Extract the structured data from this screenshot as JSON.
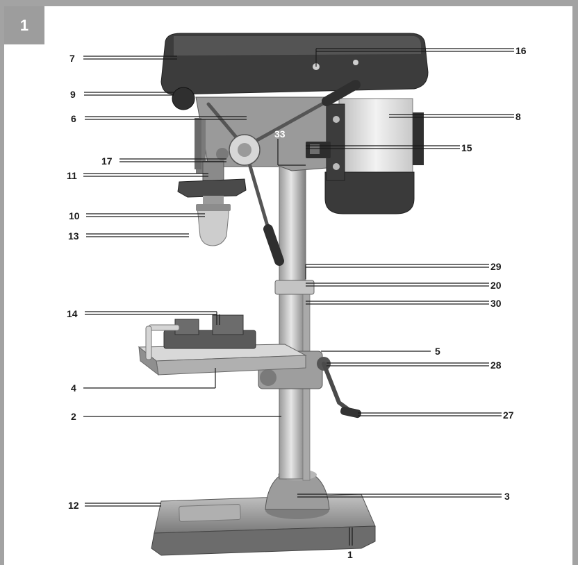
{
  "figure_number": "1",
  "colors": {
    "frame": "#a3a3a3",
    "badge": "#9d9d9d",
    "ink": "#1a1a1a",
    "machine_dark": "#3a3a3a",
    "machine_mid": "#8a8a8a",
    "machine_light": "#cfcfcf"
  },
  "callouts": [
    {
      "id": "7",
      "label": "7"
    },
    {
      "id": "16",
      "label": "16"
    },
    {
      "id": "9",
      "label": "9"
    },
    {
      "id": "6",
      "label": "6"
    },
    {
      "id": "8",
      "label": "8"
    },
    {
      "id": "33",
      "label": "33"
    },
    {
      "id": "15",
      "label": "15"
    },
    {
      "id": "17",
      "label": "17"
    },
    {
      "id": "11",
      "label": "11"
    },
    {
      "id": "10",
      "label": "10"
    },
    {
      "id": "13",
      "label": "13"
    },
    {
      "id": "29",
      "label": "29"
    },
    {
      "id": "20",
      "label": "20"
    },
    {
      "id": "30",
      "label": "30"
    },
    {
      "id": "14",
      "label": "14"
    },
    {
      "id": "5",
      "label": "5"
    },
    {
      "id": "28",
      "label": "28"
    },
    {
      "id": "4",
      "label": "4"
    },
    {
      "id": "2",
      "label": "2"
    },
    {
      "id": "27",
      "label": "27"
    },
    {
      "id": "12",
      "label": "12"
    },
    {
      "id": "3",
      "label": "3"
    },
    {
      "id": "1",
      "label": "1"
    }
  ]
}
